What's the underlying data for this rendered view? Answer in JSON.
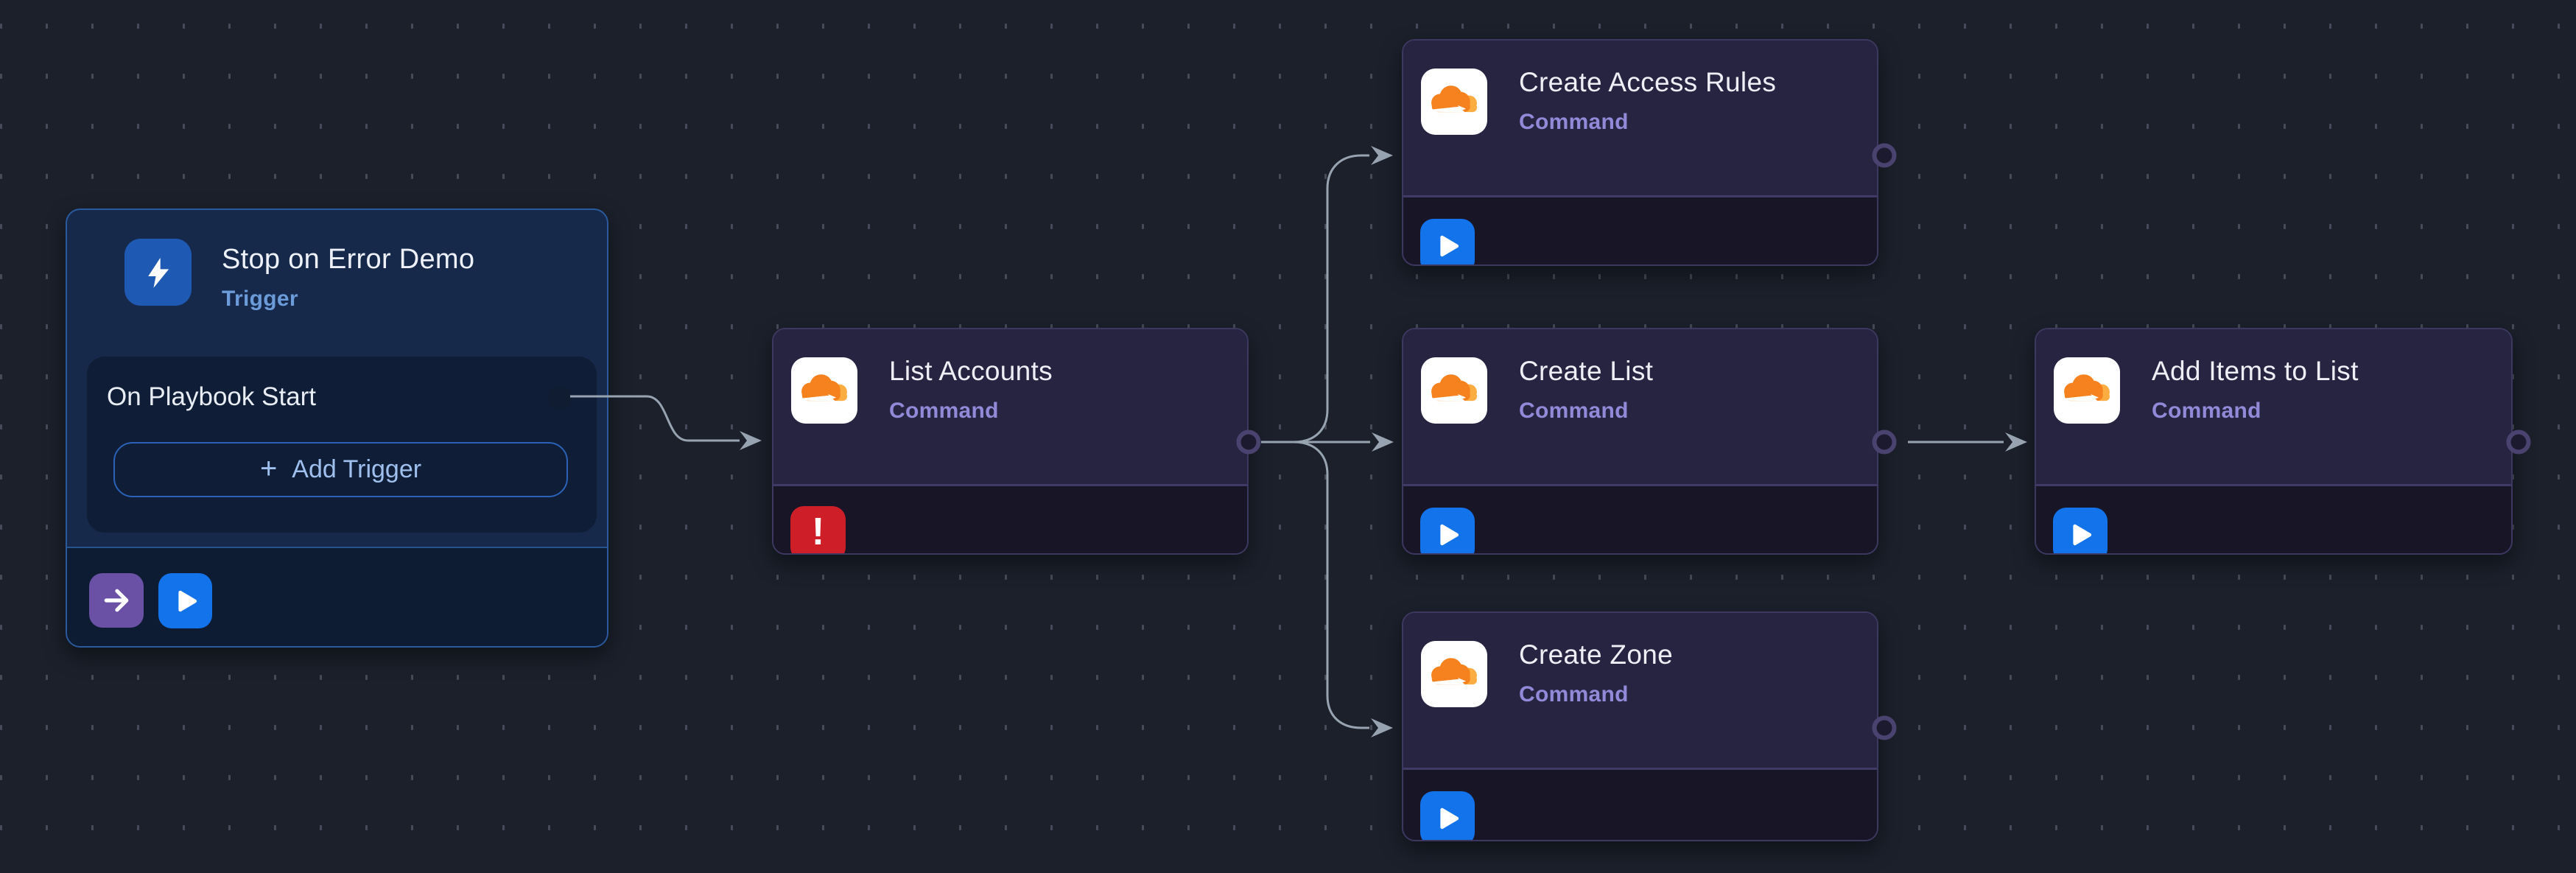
{
  "canvas": {
    "background": "#1b202b",
    "dot_color": "#454b59"
  },
  "nodes": {
    "trigger": {
      "title": "Stop on Error Demo",
      "type_label": "Trigger",
      "items": [
        {
          "label": "On Playbook Start"
        }
      ],
      "add_trigger": {
        "plus": "+",
        "label": "Add Trigger"
      },
      "icon": "lightning-icon",
      "footer_icons": [
        "arrow-right-icon",
        "play-icon"
      ]
    },
    "list_accounts": {
      "title": "List Accounts",
      "type_label": "Command",
      "icon": "cloudflare-icon",
      "status_icon": "error-icon",
      "error_glyph": "!"
    },
    "create_access_rules": {
      "title": "Create Access Rules",
      "type_label": "Command",
      "icon": "cloudflare-icon",
      "action_icon": "play-icon"
    },
    "create_list": {
      "title": "Create List",
      "type_label": "Command",
      "icon": "cloudflare-icon",
      "action_icon": "play-icon"
    },
    "create_zone": {
      "title": "Create Zone",
      "type_label": "Command",
      "icon": "cloudflare-icon",
      "action_icon": "play-icon"
    },
    "add_items_to_list": {
      "title": "Add Items to List",
      "type_label": "Command",
      "icon": "cloudflare-icon",
      "action_icon": "play-icon"
    }
  },
  "connections": [
    {
      "from": "trigger",
      "to": "list_accounts"
    },
    {
      "from": "list_accounts",
      "to": "create_access_rules"
    },
    {
      "from": "list_accounts",
      "to": "create_list"
    },
    {
      "from": "list_accounts",
      "to": "create_zone"
    },
    {
      "from": "create_list",
      "to": "add_items_to_list"
    }
  ],
  "colors": {
    "trigger_node_bg": "#16294a",
    "trigger_border": "#2a5a9d",
    "trigger_footer_bg": "#0d1c33",
    "trigger_label": "#6b9bd8",
    "trigger_inner_card": "#0f1e36",
    "command_header_bg": "#262441",
    "command_body_bg": "#181527",
    "command_border": "#3d3860",
    "command_label": "#9289d8",
    "node_title": "#edeff5",
    "play_button": "#1273eb",
    "branch_button": "#6a51a5",
    "error_badge": "#ce1f29",
    "edge": "#97a3b1",
    "port_ring": "#4a4370",
    "lightning_bg": "#1e5ab3",
    "cloudflare_orange": "#f6821f",
    "cloudflare_light_orange": "#fbad41",
    "add_trigger_border": "#2b62b8",
    "add_trigger_text": "#9fc0ee"
  }
}
